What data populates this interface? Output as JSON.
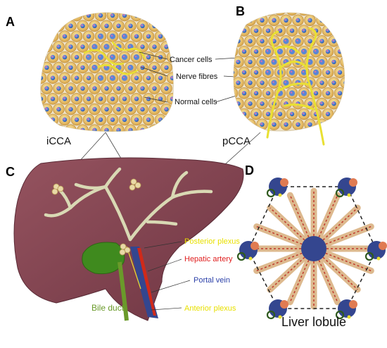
{
  "panels": {
    "a": "A",
    "b": "B",
    "c": "C",
    "d": "D"
  },
  "panel_a": {
    "labels": {
      "cancer": "Cancer cells",
      "nerve": "Nerve fibres",
      "normal": "Normal cells"
    }
  },
  "panel_c": {
    "icca": "iCCA",
    "pcca": "pCCA",
    "posterior": "Posterior plexus",
    "artery": "Hepatic artery",
    "portal": "Portal vein",
    "anterior": "Anterior  plexus",
    "bile": "Bile duct"
  },
  "panel_d": {
    "label": "Liver lobule"
  },
  "colors": {
    "cell_body": "#f0c46a",
    "nucleus": "#3b6fc4",
    "liver": "#8a4a57",
    "nerve": "#f2ee40",
    "artery": "#d02a1a",
    "portal": "#34468f",
    "gallbladder": "#3f8a1e"
  }
}
